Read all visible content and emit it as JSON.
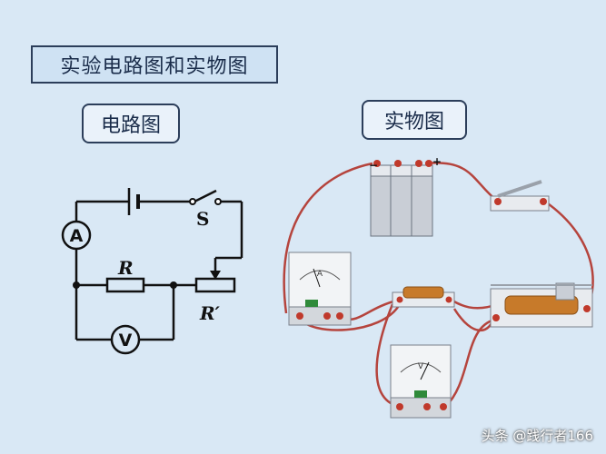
{
  "slide": {
    "title": "实验电路图和实物图",
    "circuit_label": "电路图",
    "physical_label": "实物图"
  },
  "circuit": {
    "ammeter_symbol": "A",
    "voltmeter_symbol": "V",
    "switch_label": "S",
    "resistor_label": "R",
    "rheostat_label": "R′"
  },
  "physical": {
    "battery_minus": "−",
    "battery_plus": "+",
    "ammeter_face_letter": "A",
    "voltmeter_face_letter": "V"
  },
  "colors": {
    "background": "#d9e8f5",
    "wire": "#b5443d",
    "coil": "#c77a2a",
    "terminal": "#c0392b"
  },
  "watermark": "头条 @践行者166"
}
